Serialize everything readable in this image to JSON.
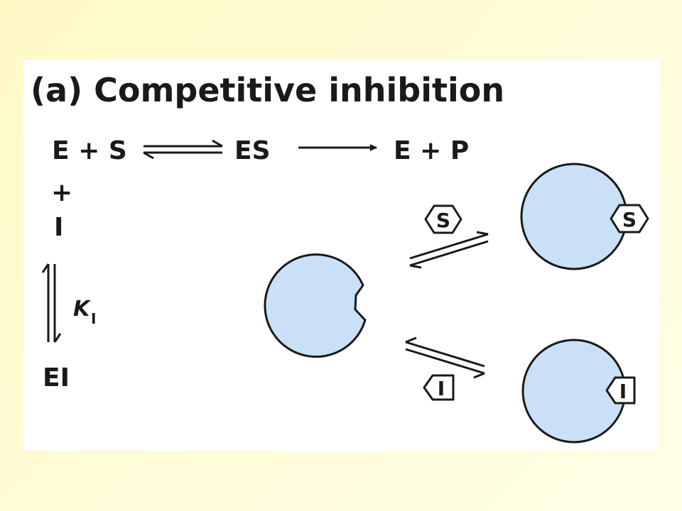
{
  "title": "(a) Competitive inhibition",
  "equation": {
    "reactants": "E + S",
    "complex": "ES",
    "products": "E + P",
    "plus": "+",
    "inhibitor": "I",
    "constant_main": "K",
    "constant_sub": "I",
    "ei": "EI"
  },
  "diagram": {
    "substrate_label": "S",
    "inhibitor_label": "I",
    "bound_substrate_label": "S",
    "bound_inhibitor_label": "I"
  },
  "colors": {
    "enzyme_fill": "#c9e0f7",
    "outline": "#1a1a1a",
    "background": "#fffbd0"
  }
}
